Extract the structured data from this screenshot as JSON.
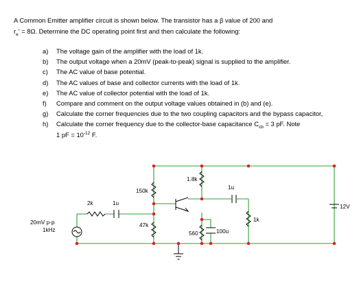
{
  "problem": {
    "intro_a": "A Common Emitter amplifier circuit is shown below.  The transistor has a β value of 200 and",
    "intro_b_pre": "r",
    "intro_b_sub": "e",
    "intro_b_post": "' = 8Ω. Determine the DC operating point first and then calculate the following:",
    "questions": [
      {
        "label": "a)",
        "text": "The voltage gain of the amplifier with the load of 1k."
      },
      {
        "label": "b)",
        "text": "The output voltage when a 20mV (peak-to-peak) signal is supplied to the amplifier."
      },
      {
        "label": "c)",
        "text": "The AC value of base potential."
      },
      {
        "label": "d)",
        "text": "The AC values of base and collector currents with the load of 1k."
      },
      {
        "label": "e)",
        "text": "The AC value of collector potential with the load of 1k."
      },
      {
        "label": "f)",
        "text": "Compare and comment on the output voltage values obtained in (b) and (e)."
      },
      {
        "label": "g)",
        "text": "Calculate the corner frequencies due to the two coupling capacitors and the bypass capacitor,"
      }
    ],
    "question_h": {
      "label": "h)",
      "line1_pre": "Calculate the corner frequency due to the collector-base capacitance C",
      "line1_sub": "cb",
      "line1_post": " = 3 pF.  Note",
      "line2_pre": "1 pF = 10",
      "line2_sup": "-12",
      "line2_post": " F."
    }
  },
  "circuit": {
    "labels": {
      "r_collector": "1.8k",
      "c_output": "1u",
      "r_bias_top": "150k",
      "r_source": "2k",
      "c_input": "1u",
      "supply": "12V",
      "r_load": "1k",
      "source": "20mV p-p",
      "source_freq": "1kHz",
      "r_bias_bottom": "47k",
      "r_emitter": "560",
      "c_bypass": "100u"
    },
    "colors": {
      "wire": "#2e9e3a",
      "node": "#e02020",
      "component": "#000000"
    }
  }
}
